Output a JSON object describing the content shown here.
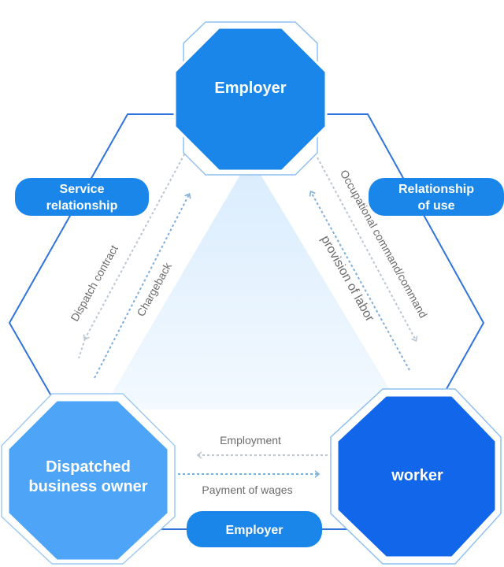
{
  "nodes": {
    "employer": {
      "label": "Employer"
    },
    "dispatcher": {
      "line1": "Dispatched",
      "line2": "business owner"
    },
    "worker": {
      "label": "worker"
    }
  },
  "pills": {
    "service": {
      "line1": "Service",
      "line2": "relationship"
    },
    "use": {
      "line1": "Relationship",
      "line2": "of use"
    },
    "bottom": {
      "label": "Employer"
    }
  },
  "edges": {
    "dispatch_contract": "Dispatch contract",
    "chargeback": "Chargeback",
    "occupational_command": "Occupational command/command",
    "provision_of_labor": "provision of labor",
    "employment": "Employment",
    "payment_of_wages": "Payment of wages"
  },
  "colors": {
    "employer_fill": "#1a86ea",
    "dispatcher_fill": "#4ea5f7",
    "worker_fill": "#1166ea",
    "pill_fill": "#1a86ea",
    "frame_stroke": "#2f74dc",
    "triangle_fill": "#e8f3ff"
  }
}
